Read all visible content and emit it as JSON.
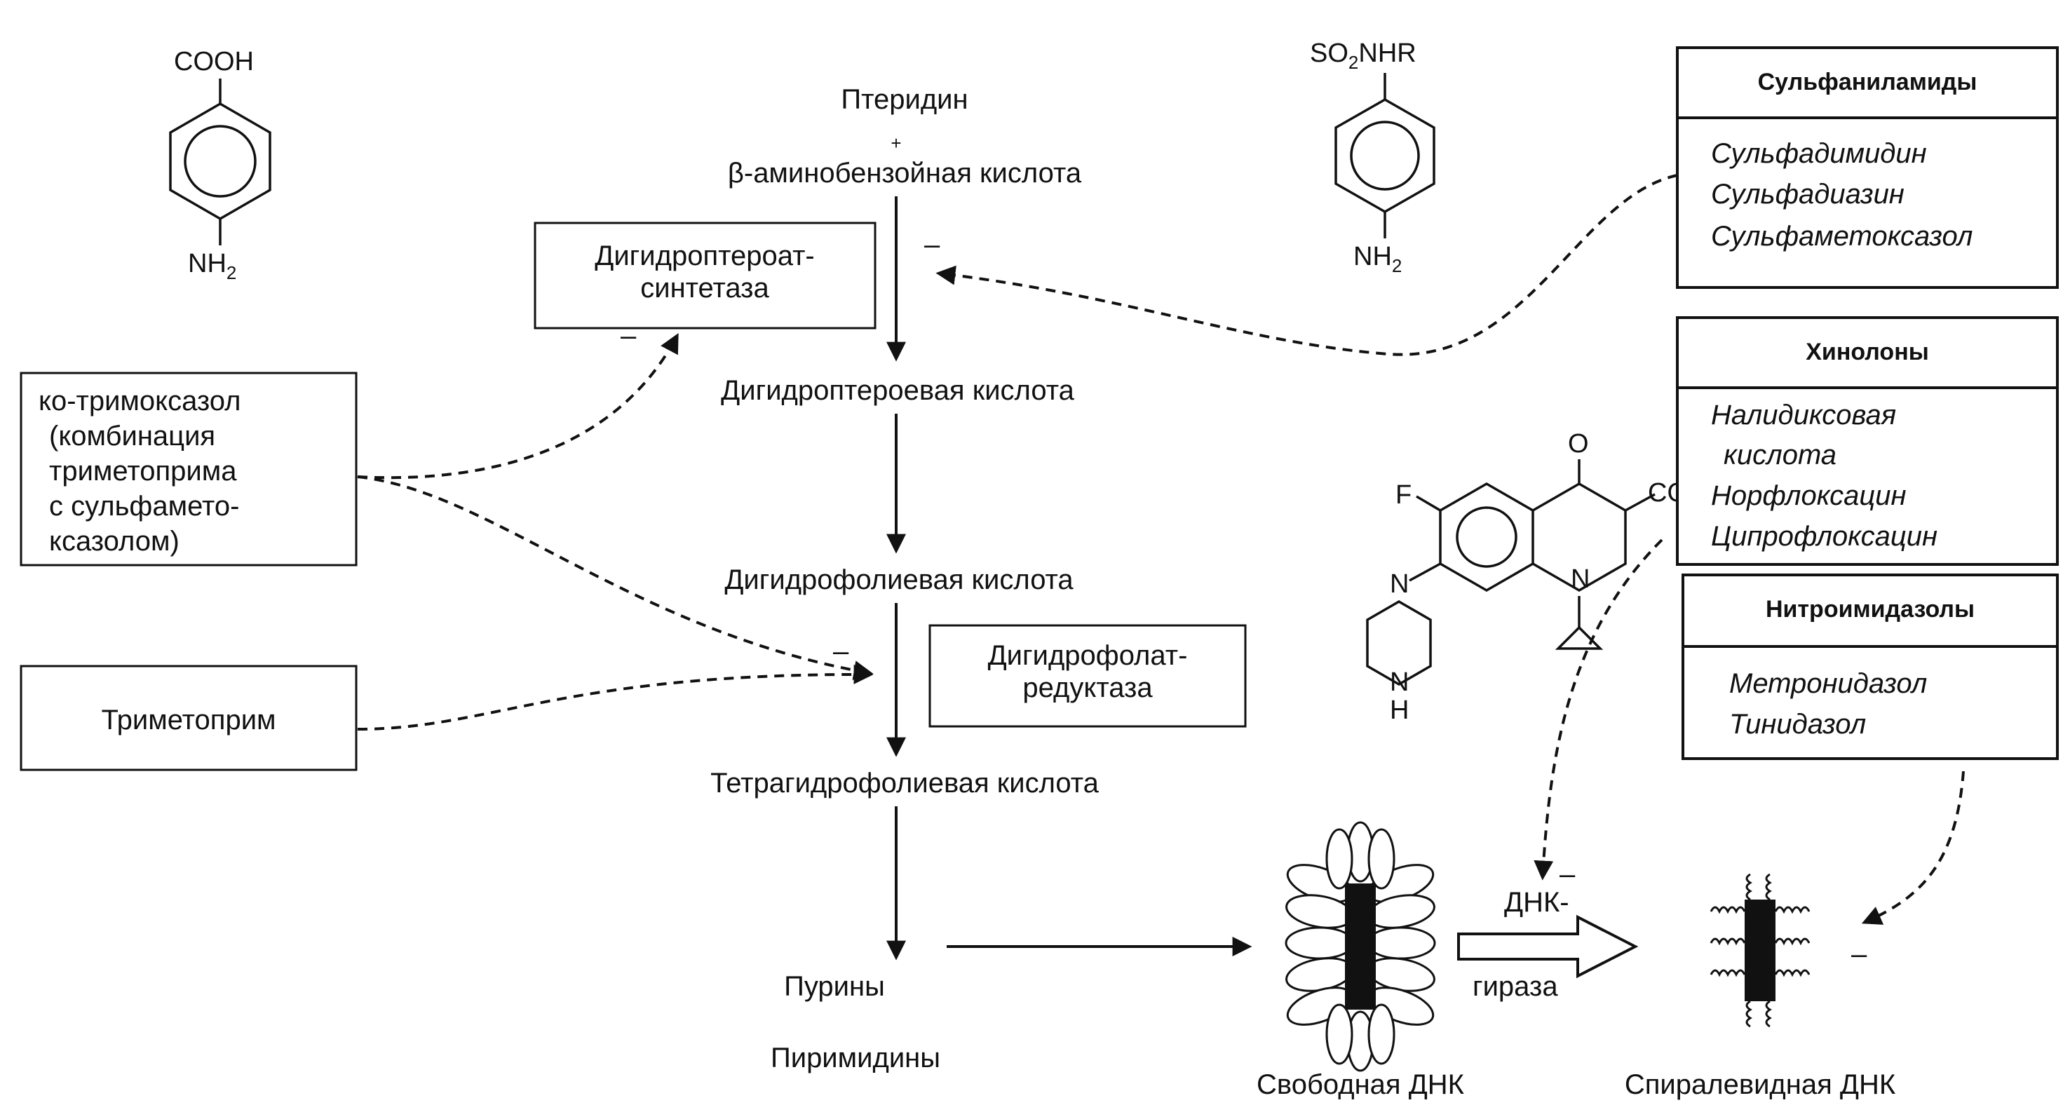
{
  "pathway": {
    "pteridine": "Птеридин",
    "plus": "+",
    "paba": "β-аминобензойная кислота",
    "dihydropteroic": "Дигидроптероевая кислота",
    "dihydrofolic": "Дигидрофолиевая кислота",
    "tetrahydrofolic": "Тетрагидрофолиевая кислота",
    "purines": "Пурины",
    "pyrimidines": "Пиримидины"
  },
  "enzymes": {
    "dhps_line1": "Дигидроптероат-",
    "dhps_line2": "синтетаза",
    "dhfr_line1": "Дигидрофолат-",
    "dhfr_line2": "редуктаза",
    "gyrase_line1": "ДНК-",
    "gyrase_line2": "гираза"
  },
  "left_boxes": {
    "cotrimoxazole_lines": [
      "ко-тримоксазол",
      "(комбинация",
      "триметоприма",
      "с сульфамето-",
      "ксазолом)"
    ],
    "trimethoprim": "Триметоприм"
  },
  "drug_groups": {
    "sulfonamides": {
      "title": "Сульфаниламиды",
      "items": [
        "Сульфадимидин",
        "Сульфадиазин",
        "Сульфаметоксазол"
      ]
    },
    "quinolones": {
      "title": "Хинолоны",
      "items": [
        "Налидиксовая",
        "кислота",
        "Норфлоксацин",
        "Ципрофлоксацин"
      ]
    },
    "nitroimidazoles": {
      "title": "Нитроимидазолы",
      "items": [
        "Метронидазол",
        "Тинидазол"
      ]
    }
  },
  "structures": {
    "paba_top": "COOH",
    "paba_bottom_main": "NH",
    "paba_bottom_sub": "2",
    "sulfa_top_main": "SO",
    "sulfa_top_sub": "2",
    "sulfa_top_rest": "NHR",
    "sulfa_bottom_main": "NH",
    "sulfa_bottom_sub": "2",
    "quin_O": "O",
    "quin_COOH": "COOH",
    "quin_F": "F",
    "quin_N1": "N",
    "quin_N2": "N",
    "quin_NH": "N",
    "quin_H": "H"
  },
  "dna": {
    "free": "Свободная ДНК",
    "spiral": "Спиралевидная ДНК"
  },
  "inhibition_sign": "–"
}
